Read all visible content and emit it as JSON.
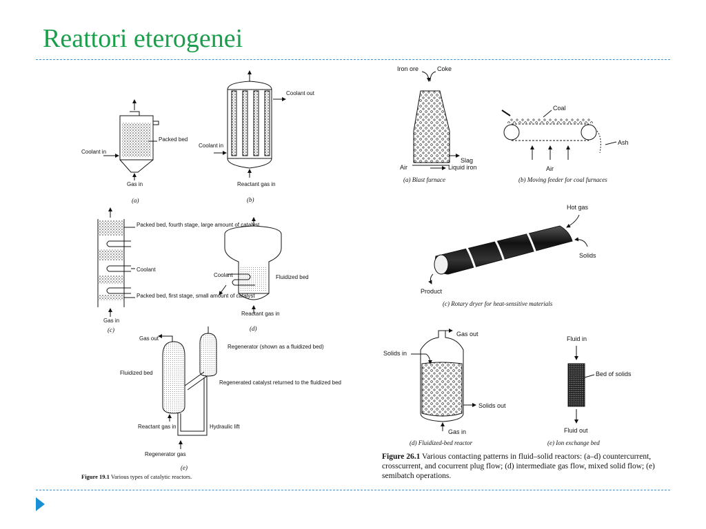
{
  "slide": {
    "title": "Reattori eterogenei"
  },
  "figure_19_1": {
    "caption_label": "Figure 19.1",
    "caption_text": " Various types of catalytic reactors.",
    "a": {
      "label": "(a)",
      "coolant_in": "Coolant in",
      "packed_bed": "Packed bed",
      "gas_in": "Gas in"
    },
    "b": {
      "label": "(b)",
      "coolant_in": "Coolant in",
      "coolant_out": "Coolant out",
      "reactant_gas_in": "Reactant gas in"
    },
    "c": {
      "label": "(c)",
      "packed_bed_fourth": "Packed bed, fourth stage, large amount of catalyst",
      "coolant": "Coolant",
      "packed_bed_first": "Packed bed, first stage, small amount of catalyst",
      "gas_in": "Gas in"
    },
    "d": {
      "label": "(d)",
      "coolant": "Coolant",
      "fluidized_bed": "Fluidized bed",
      "reactant_gas_in": "Reactant gas in"
    },
    "e": {
      "label": "(e)",
      "gas_out": "Gas out",
      "regenerator": "Regenerator (shown as a fluidized bed)",
      "fluidized_bed": "Fluidized bed",
      "regenerated": "Regenerated catalyst returned to the fluidized bed",
      "reactant_gas_in": "Reactant gas in",
      "hydraulic_lift": "Hydraulic lift",
      "regenerator_gas": "Regenerator gas"
    }
  },
  "figure_26_1": {
    "caption_label": "Figure 26.1",
    "caption_text": " Various contacting patterns in fluid–solid reactors: (a–d) countercurrent, crosscurrent, and cocurrent plug flow; (d) intermediate gas flow, mixed solid flow; (e) semibatch operations.",
    "a": {
      "caption": "(a) Blast furnace",
      "iron_ore": "Iron ore",
      "coke": "Coke",
      "slag": "Slag",
      "air": "Air",
      "liquid_iron": "Liquid iron"
    },
    "b": {
      "caption": "(b) Moving feeder for coal furnaces",
      "coal": "Coal",
      "ash": "Ash",
      "air": "Air"
    },
    "c": {
      "caption": "(c) Rotary dryer for heat-sensitive materials",
      "hot_gas": "Hot gas",
      "solids": "Solids",
      "product": "Product"
    },
    "d": {
      "caption": "(d) Fluidized-bed reactor",
      "gas_out": "Gas out",
      "solids_in": "Solids in",
      "solids_out": "Solids out",
      "gas_in": "Gas in"
    },
    "e": {
      "caption": "(e) Ion exchange bed",
      "fluid_in": "Fluid in",
      "bed_of_solids": "Bed of solids",
      "fluid_out": "Fluid out"
    }
  },
  "colors": {
    "title": "#1a9e4b",
    "rule": "#3b8fd0",
    "nav_arrow": "#1b8fd6"
  },
  "icons": {
    "nav": "play-triangle-icon"
  }
}
